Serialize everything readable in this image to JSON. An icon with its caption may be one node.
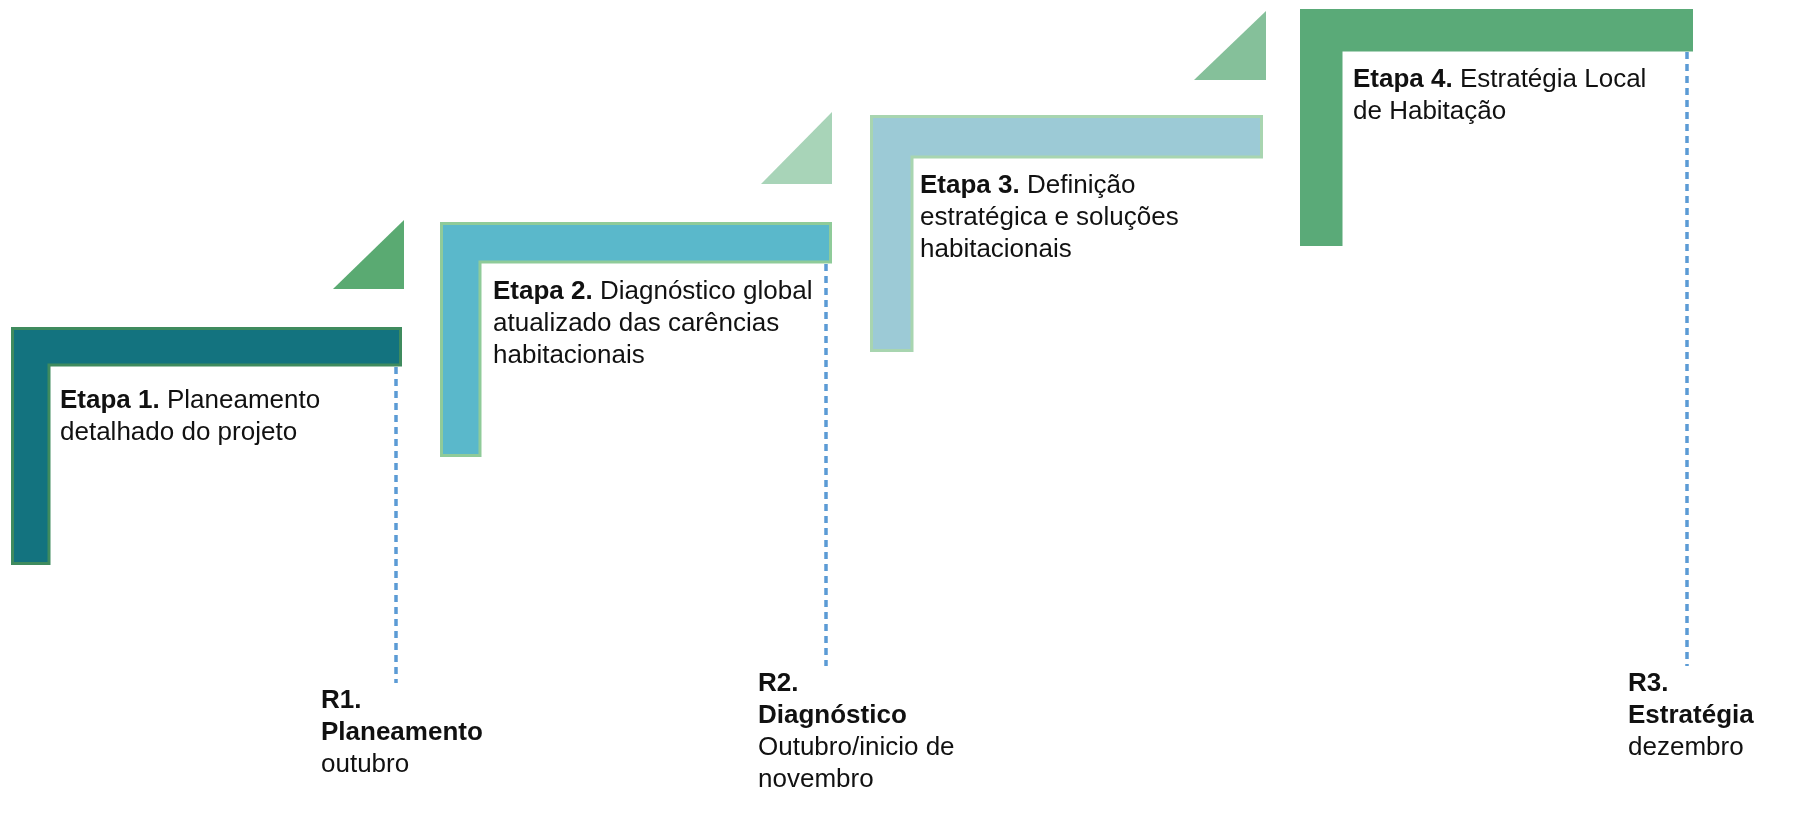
{
  "diagram": {
    "nodes": [
      {
        "text": [
          "**Etapa 1.** Planeamento detalhado do projeto"
        ]
      },
      {
        "text": [
          "**Etapa 2.** Diagnóstico global atualizado das carências habitacionais"
        ]
      },
      {
        "text": [
          "**Etapa 3.** Definição estratégica e soluções habitacionais"
        ]
      },
      {
        "text": [
          "**Etapa 4.** Estratégia Local de Habitação"
        ]
      },
      {
        "text": [
          "R1. Planeamento",
          "outubro"
        ]
      },
      {
        "text": [
          "R2. Diagnóstico",
          "Outubro/inicio de novembro"
        ]
      },
      {
        "text": [
          "R3. Estratégia",
          "dezembro"
        ]
      }
    ],
    "edges": [
      {
        "from": 0,
        "to": 4,
        "arrow": "none",
        "style": "dashed"
      },
      {
        "from": 1,
        "to": 5,
        "arrow": "none",
        "style": "dashed"
      },
      {
        "from": 3,
        "to": 6,
        "arrow": "none",
        "style": "dashed"
      }
    ]
  }
}
